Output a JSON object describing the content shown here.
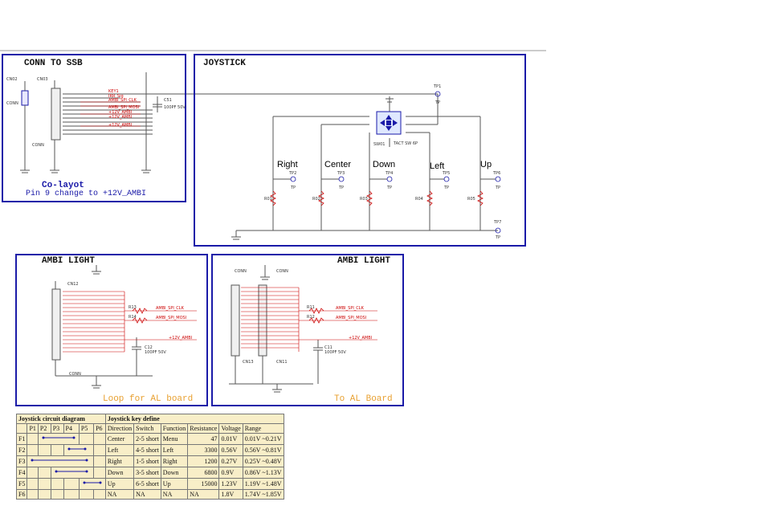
{
  "panels": {
    "conn": {
      "title": "CONN TO SSB",
      "co_layout": "Co-layot",
      "note": "Pin 9 change to +12V_AMBI",
      "refs": [
        "CN02",
        "CN03",
        "CONN",
        "CONN",
        "C51",
        "100PF 50V"
      ],
      "nets": [
        "KEY1",
        "IRR_Sig",
        "AMBI_SPI_CLK",
        "AMBI_SPI_MOSI",
        "+12V_AMBI",
        "+12V_AMBI",
        "+12V_AMBI"
      ]
    },
    "joystick": {
      "title": "JOYSTICK",
      "switch_ref": "SW01",
      "switch_part": "TACT SW 6P",
      "labels": [
        {
          "name": "Right",
          "tp": "TP2",
          "r": "R01"
        },
        {
          "name": "Center",
          "tp": "TP3",
          "r": "R02"
        },
        {
          "name": "Down",
          "tp": "TP4",
          "r": "R03"
        },
        {
          "name": "Left",
          "tp": "TP5",
          "r": "R04"
        },
        {
          "name": "Up",
          "tp": "TP6",
          "r": "R05"
        }
      ],
      "tp_top": "TP1",
      "tp_bottom": "TP7",
      "tp_text": "TP"
    },
    "ambi_left": {
      "title": "AMBI LIGHT",
      "footer": "Loop for AL board",
      "refs": [
        "CN12",
        "R13",
        "R14",
        "C12",
        "100PF 50V",
        "CONN"
      ],
      "nets": [
        "AMBI_SPI_CLK",
        "AMBI_SPI_MOSI",
        "+12V_AMBI"
      ]
    },
    "ambi_right": {
      "title": "AMBI LIGHT",
      "footer": "To AL Board",
      "refs": [
        "CONN",
        "CONN",
        "CN13",
        "CN11",
        "R11",
        "R12",
        "C11",
        "100PF 50V"
      ],
      "nets": [
        "AMBI_SPI_CLK",
        "AMBI_SPI_MOSI",
        "+12V_AMBI"
      ]
    }
  },
  "table": {
    "left_title": "Joystick circuit diagram",
    "right_title": "Joystick key define",
    "pin_headers": [
      "P1",
      "P2",
      "P3",
      "P4",
      "P5",
      "P6"
    ],
    "col_headers": [
      "Direction",
      "Switch",
      "Function",
      "Resistance",
      "Voltage",
      "Range"
    ],
    "rows": [
      {
        "f": "F1",
        "dir": "Center",
        "sw": "2-5 short",
        "fn": "Menu",
        "res": "47",
        "v": "0.01V",
        "range": "0.01V ~0.21V"
      },
      {
        "f": "F2",
        "dir": "Left",
        "sw": "4-5 short",
        "fn": "Left",
        "res": "3300",
        "v": "0.56V",
        "range": "0.56V ~0.81V"
      },
      {
        "f": "F3",
        "dir": "Right",
        "sw": "1-5 short",
        "fn": "Right",
        "res": "1200",
        "v": "0.27V",
        "range": "0.25V ~0.48V"
      },
      {
        "f": "F4",
        "dir": "Down",
        "sw": "3-5 short",
        "fn": "Down",
        "res": "6800",
        "v": "0.9V",
        "range": "0.86V ~1.13V"
      },
      {
        "f": "F5",
        "dir": "Up",
        "sw": "6-5 short",
        "fn": "Up",
        "res": "15000",
        "v": "1.23V",
        "range": "1.19V ~1.48V"
      },
      {
        "f": "F6",
        "dir": "NA",
        "sw": "NA",
        "fn": "NA",
        "res": "NA",
        "v": "1.8V",
        "range": "1.74V ~1.85V"
      }
    ]
  },
  "colors": {
    "border": "#1a1aa8",
    "wire": "#555555",
    "accent": "#cc0000",
    "footer": "#e8a030",
    "table_bg": "#f8eec8"
  }
}
